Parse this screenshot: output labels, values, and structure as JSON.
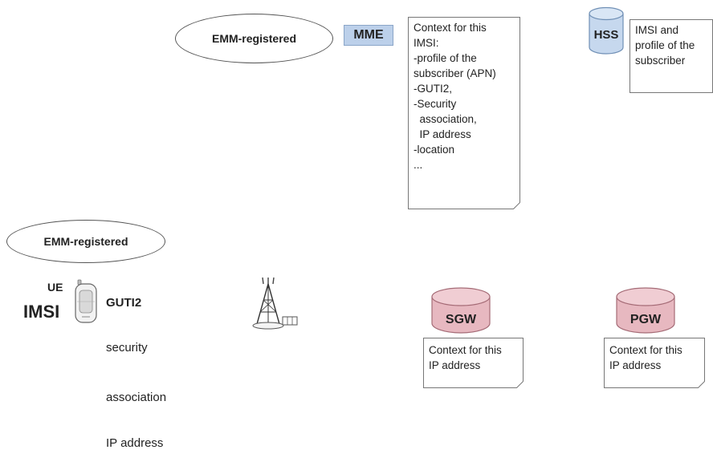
{
  "mme_side": {
    "state_label": "EMM-registered",
    "mme_label": "MME",
    "context_note": [
      "Context for this",
      "IMSI:",
      "-profile of the",
      "subscriber (APN)",
      "-GUTI2,",
      "-Security",
      "  association,",
      "  IP address",
      "-location",
      "..."
    ]
  },
  "hss": {
    "label": "HSS",
    "note": [
      "IMSI and",
      "profile of the",
      "subscriber"
    ]
  },
  "ue": {
    "state_label": "EMM-registered",
    "ue_label": "UE",
    "imsi_label": "IMSI",
    "guti_label": "GUTI2",
    "details": [
      "security",
      "association",
      "IP address"
    ]
  },
  "sgw": {
    "label": "SGW",
    "note": [
      "Context for this",
      "IP address"
    ]
  },
  "pgw": {
    "label": "PGW",
    "note": [
      "Context for this",
      "IP address"
    ]
  },
  "colors": {
    "mme_fill": "#bcd0ea",
    "hss_fill": "#c6d8ee",
    "gateway_fill": "#e7b8c0"
  }
}
